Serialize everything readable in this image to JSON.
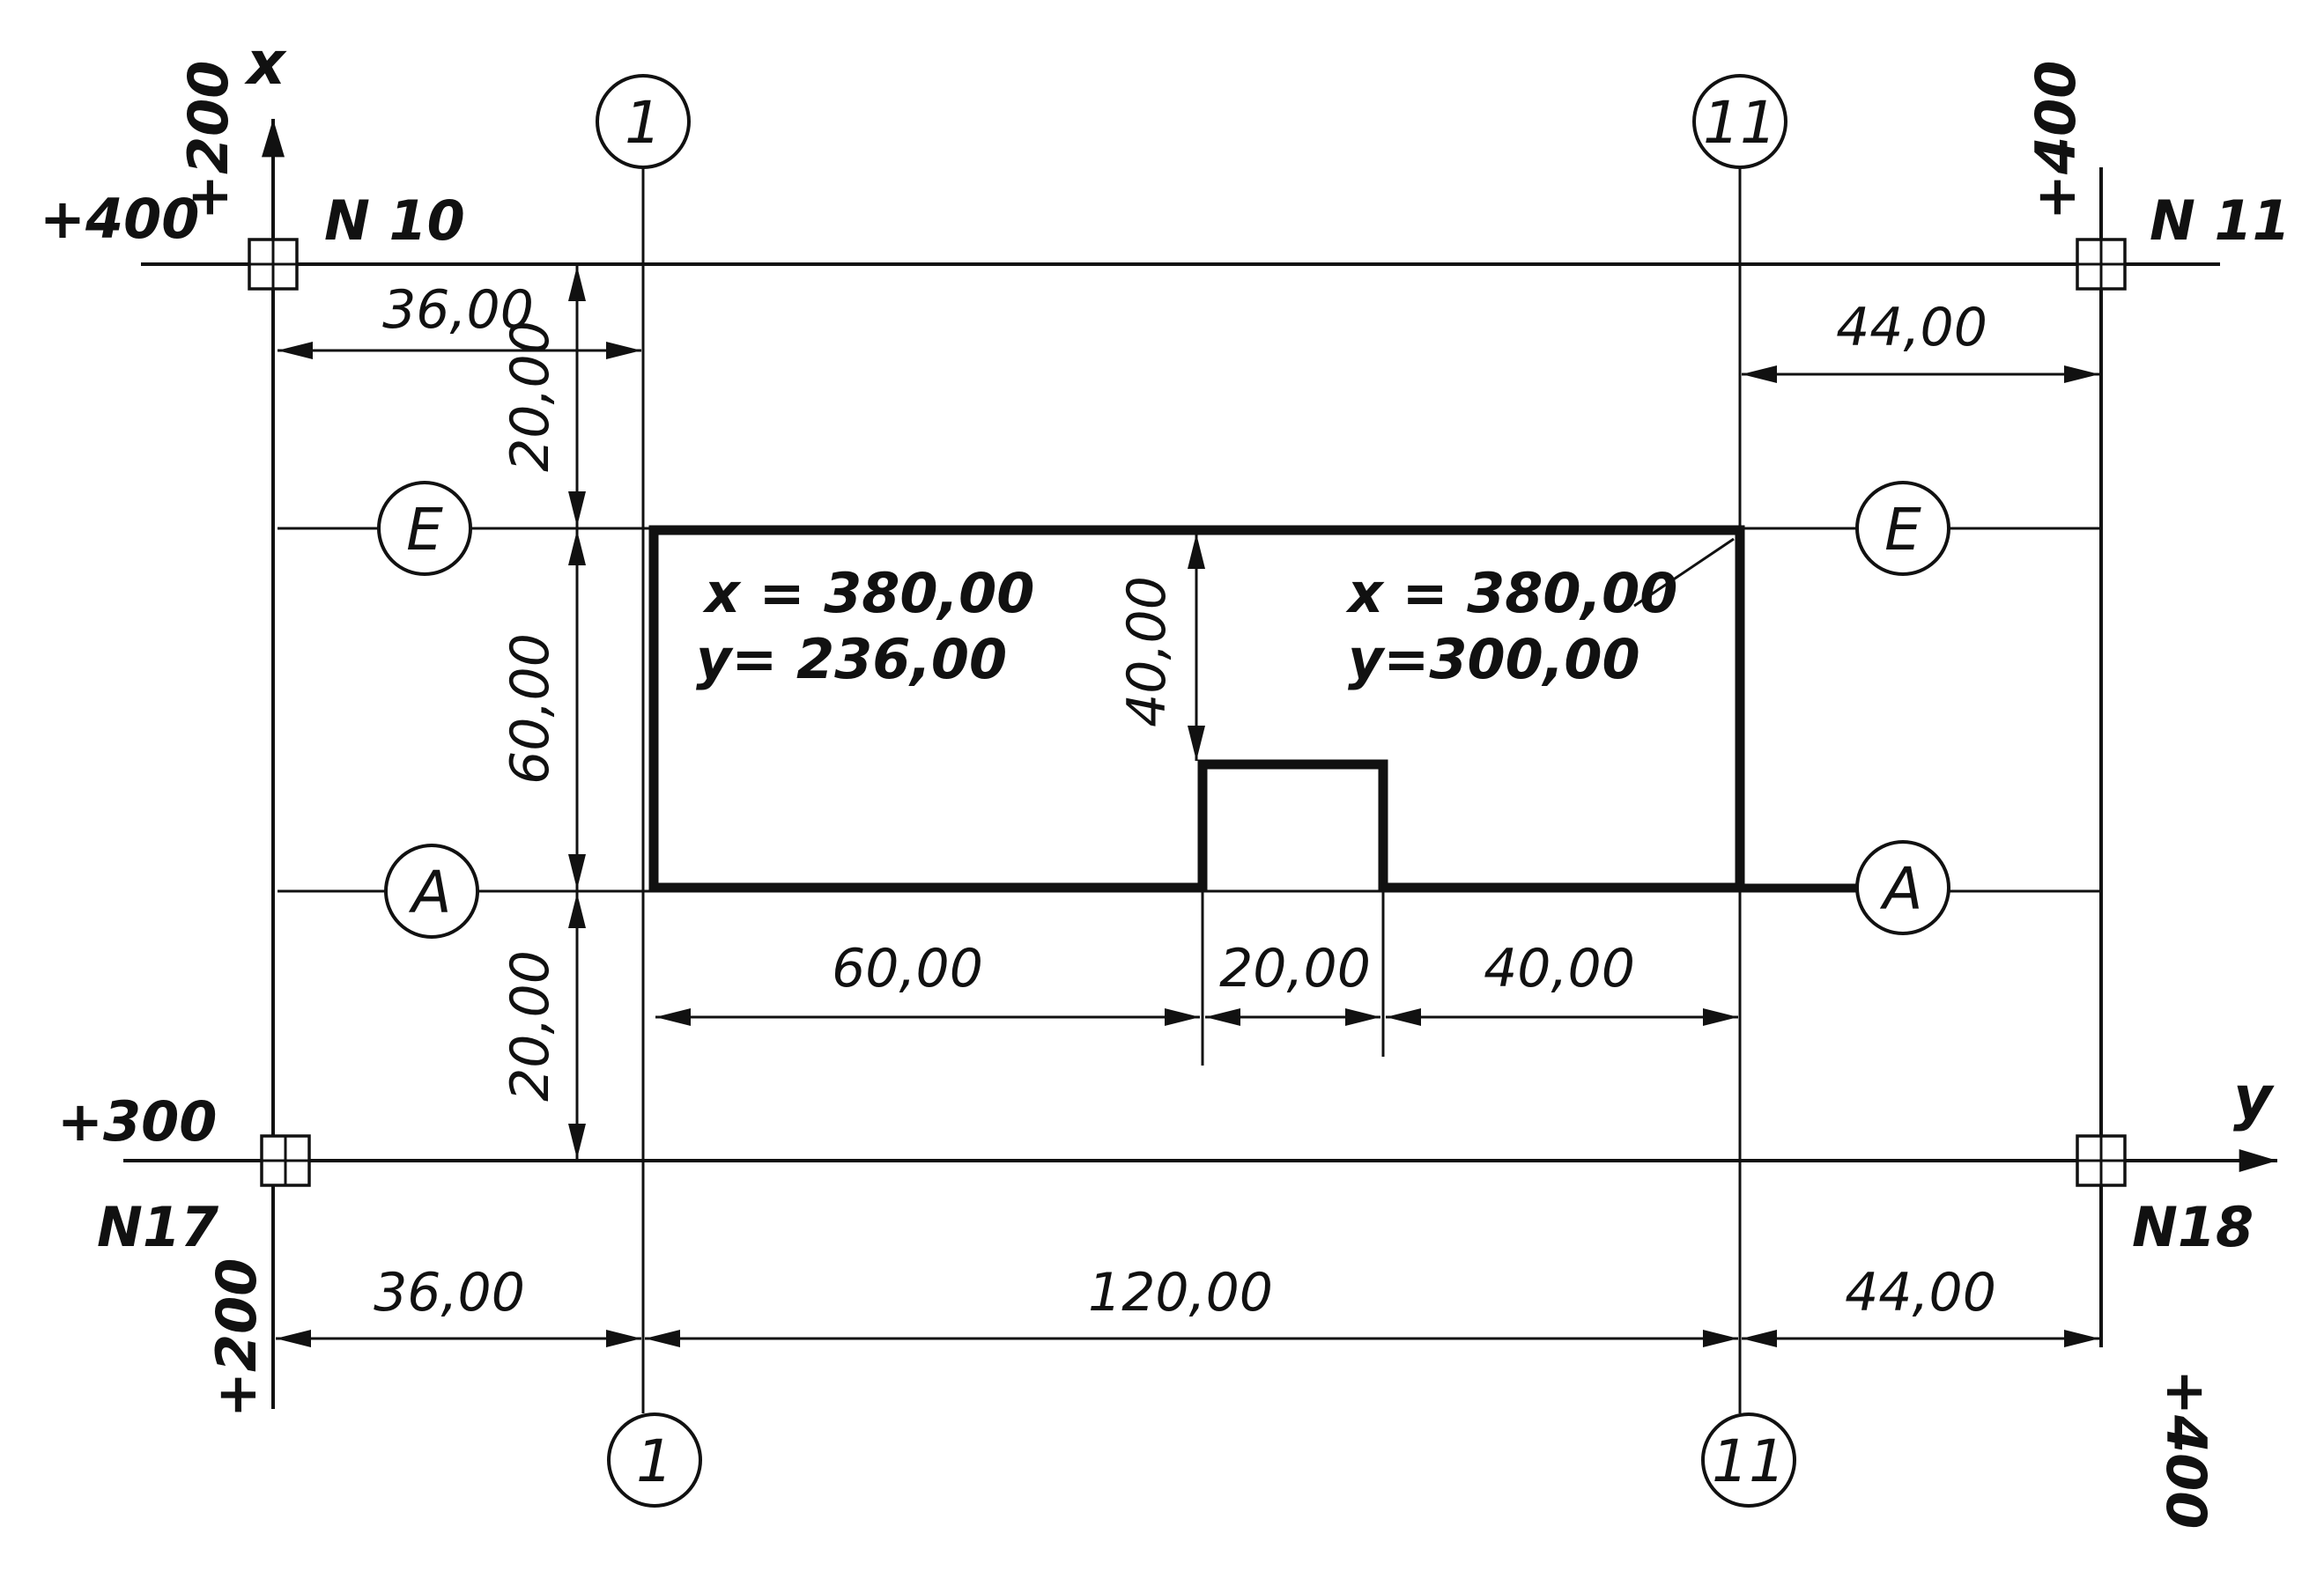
{
  "axes": {
    "x_label": "x",
    "y_label": "y"
  },
  "gridlines": {
    "top_left_x": "+400",
    "top_left_y": "+200",
    "top_right_y": "+400",
    "bottom_left_x": "+300",
    "bottom_left_y": "+200",
    "bottom_right_y": "+400"
  },
  "benchmarks": {
    "top_left": "N 10",
    "top_right": "N 11",
    "bottom_left": "N17",
    "bottom_right": "N18"
  },
  "grid_axes": {
    "col_left": "1",
    "col_right": "11",
    "row_top": "E",
    "row_bottom": "A"
  },
  "corners": {
    "left_x": "x = 380,00",
    "left_y": "y= 236,00",
    "right_x": "x = 380,00",
    "right_y": "y=300,00"
  },
  "dimensions": {
    "top_left_horizontal": "36,00",
    "top_right_horizontal": "44,00",
    "vertical_top": "20,00",
    "vertical_middle": "60,00",
    "vertical_bottom": "20,00",
    "notch_depth": "40,00",
    "building_left": "60,00",
    "notch_width": "20,00",
    "building_right": "40,00",
    "bottom_left": "36,00",
    "bottom_middle": "120,00",
    "bottom_right": "44,00"
  }
}
